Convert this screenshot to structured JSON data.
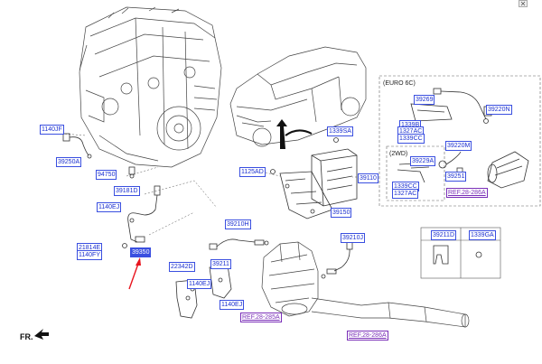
{
  "callouts": {
    "c1140jf": "1140JF",
    "c39250a": "39250A",
    "c94750": "94750",
    "c39181d": "39181D",
    "c1140ej_a": "1140EJ",
    "c21814e": "21814E",
    "c1140fy": "1140FY",
    "c39350": "39350",
    "c1125ad": "1125AD",
    "c1339sa": "1339SA",
    "c39110": "39110",
    "c39150": "39150",
    "c39210h": "39210H",
    "c39211": "39211",
    "c22342d": "22342D",
    "c1140ej_b": "1140EJ",
    "c1140ej_c": "1140EJ",
    "c39210j": "39210J",
    "c39269": "39269",
    "c1339b": "1339B",
    "c1327ac_a": "1327AC",
    "c1339cc_a": "1339CC",
    "c39220m": "39220M",
    "c39220n": "39220N",
    "c39229a": "39229A",
    "c39251": "39251",
    "c1339cc_b": "1339CC",
    "c1327ac_b": "1327AC",
    "c39211d": "39211D",
    "c1339ga": "1339GA"
  },
  "refs": {
    "ref_euro": "REF.28-286A",
    "ref_a": "REF.28-285A",
    "ref_b": "REF.28-286A"
  },
  "headings": {
    "euro6c": "(EURO 6C)",
    "twowd": "(2WD)",
    "front": "FR."
  },
  "colors": {
    "callout_text": "#1a2fd0",
    "ref_text": "#7a2fb8",
    "pointer_arrow": "#e8141e",
    "line_art": "#333333"
  }
}
